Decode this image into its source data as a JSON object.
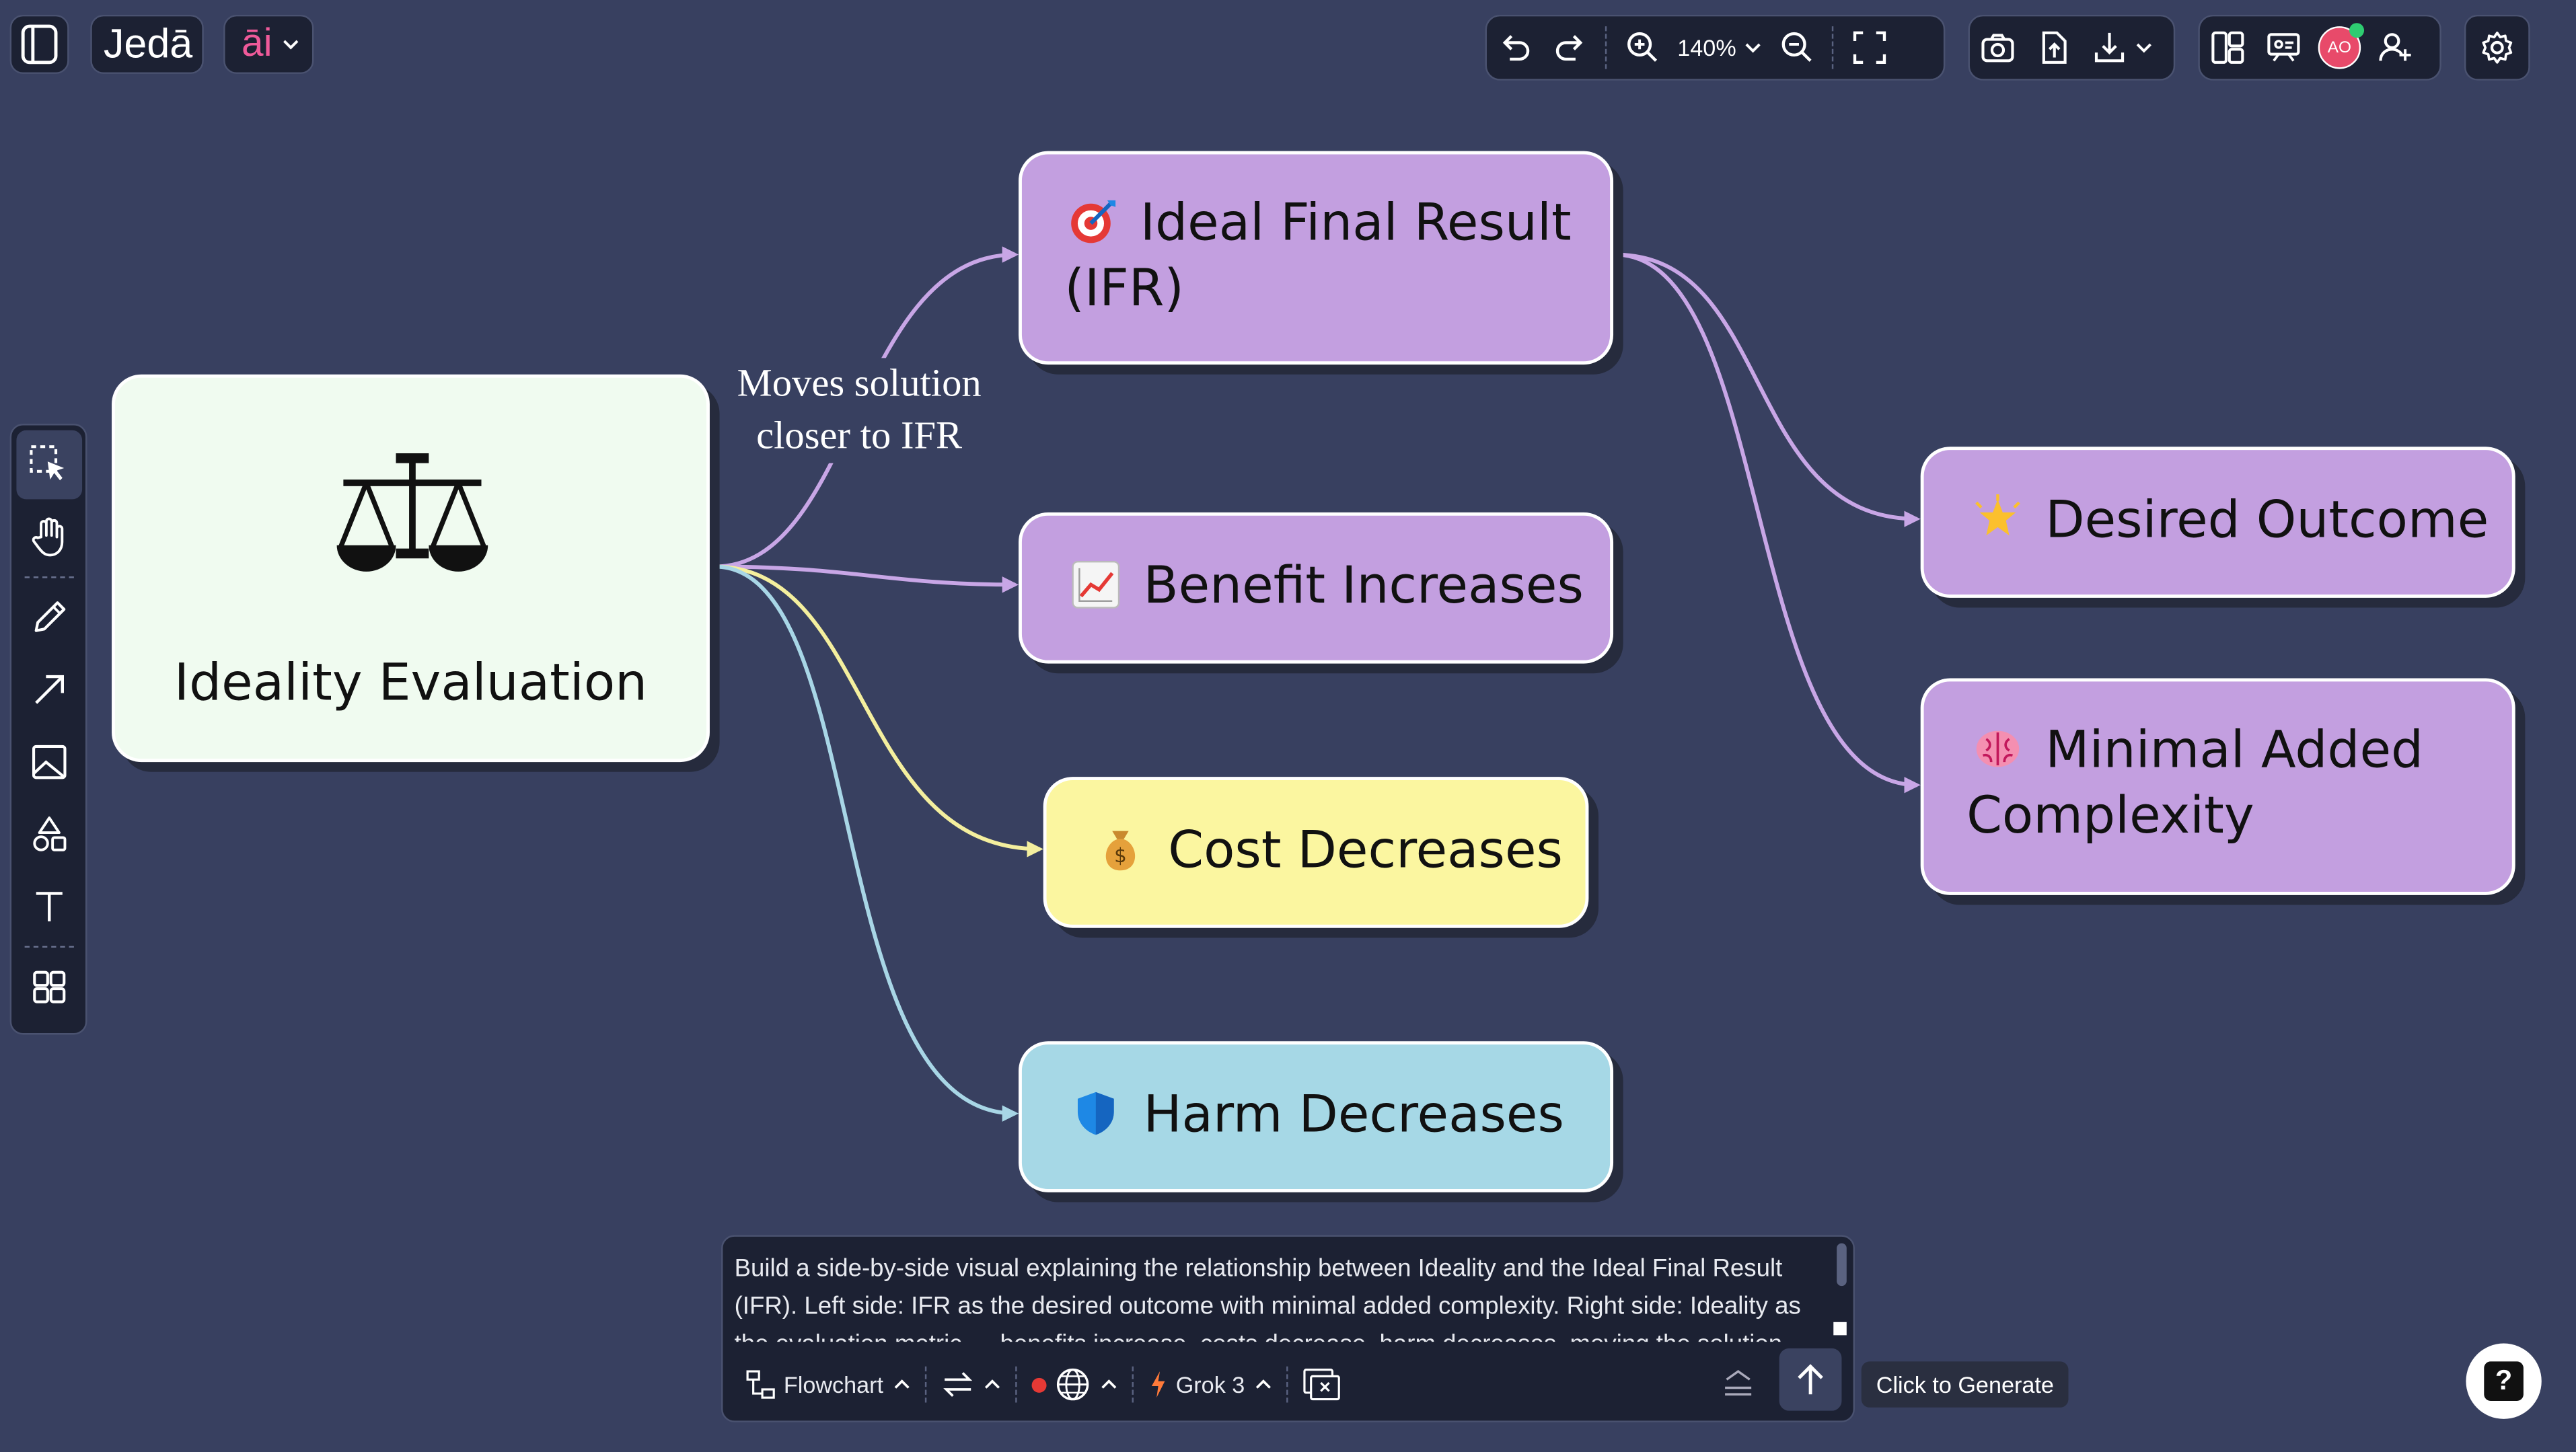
{
  "app": {
    "logo": "Jedā",
    "ai_label": "āi"
  },
  "toolbar": {
    "zoom": "140%",
    "avatar_initials": "AO"
  },
  "canvas": {
    "main_node": {
      "label": "Ideality Evaluation"
    },
    "edge_label": {
      "line1": "Moves solution",
      "line2": "closer to IFR"
    },
    "nodes": {
      "ifr": {
        "line1": "Ideal Final Result",
        "line2": "(IFR)",
        "color": "#c39fe0"
      },
      "benefit": {
        "label": "Benefit Increases",
        "color": "#c39fe0"
      },
      "cost": {
        "label": "Cost Decreases",
        "color": "#fbf6a0"
      },
      "harm": {
        "label": "Harm Decreases",
        "color": "#a6d8e6"
      },
      "desired": {
        "label": "Desired Outcome",
        "color": "#c39fe0"
      },
      "minimal": {
        "line1": "Minimal Added",
        "line2": "Complexity",
        "color": "#c39fe0"
      }
    }
  },
  "prompt": {
    "text": "Build a side-by-side visual explaining the relationship between Ideality and the Ideal Final Result (IFR). Left side: IFR as the desired outcome with minimal added complexity. Right side: Ideality as the evaluation metric — benefits increase, costs decrease, harm decreases, moving the solution closer to the ideal final result.",
    "diagram_type": "Flowchart",
    "model": "Grok 3"
  },
  "tooltip": "Click to Generate",
  "help": "?"
}
